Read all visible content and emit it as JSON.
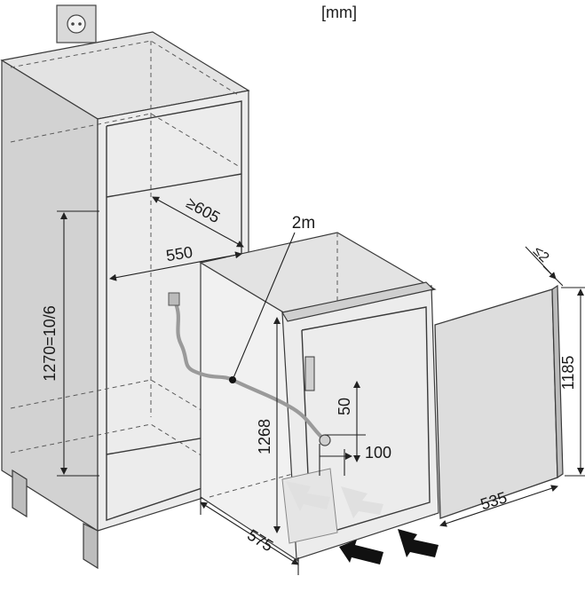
{
  "unit_label": "[mm]",
  "labels": {
    "cable_length": "2m",
    "depth_min": "≥605",
    "niche_width": "550",
    "niche_height": "1270=10/6",
    "appliance_height": "1268",
    "socket_height": "50",
    "socket_offset": "100",
    "appliance_depth": "575",
    "door_width": "535",
    "door_height": "1185",
    "door_gap": "≤2"
  },
  "icons": {
    "socket": "power-socket-icon",
    "airflow": "airflow-arrow-icon"
  },
  "colors": {
    "line": "#3a3a3a",
    "text": "#1a1a1a"
  }
}
